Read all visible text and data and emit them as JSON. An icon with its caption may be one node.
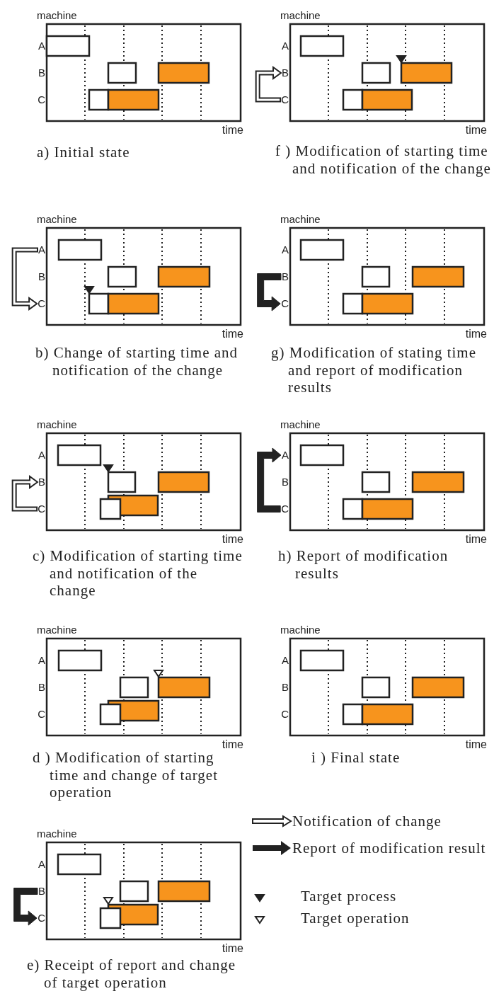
{
  "diagram": {
    "nodes": [
      {
        "text": [
          "A"
        ]
      },
      {
        "text": [
          "B"
        ]
      },
      {
        "text": [
          "C"
        ]
      },
      {
        "text": [
          "A"
        ]
      },
      {
        "text": [
          "B"
        ]
      },
      {
        "text": [
          "C"
        ]
      },
      {
        "text": [
          "A"
        ]
      },
      {
        "text": [
          "B"
        ]
      },
      {
        "text": [
          "C"
        ]
      },
      {
        "text": [
          "A"
        ]
      },
      {
        "text": [
          "B"
        ]
      },
      {
        "text": [
          "C"
        ]
      },
      {
        "text": [
          "A"
        ]
      },
      {
        "text": [
          "B"
        ]
      },
      {
        "text": [
          "C"
        ]
      },
      {
        "text": [
          "A"
        ]
      },
      {
        "text": [
          "B"
        ]
      },
      {
        "text": [
          "C"
        ]
      },
      {
        "text": [
          "A"
        ]
      },
      {
        "text": [
          "B"
        ]
      },
      {
        "text": [
          "C"
        ]
      },
      {
        "text": [
          "A"
        ]
      },
      {
        "text": [
          "B"
        ]
      },
      {
        "text": [
          "C"
        ]
      },
      {
        "text": [
          "A"
        ]
      },
      {
        "text": [
          "B"
        ]
      },
      {
        "text": [
          "C"
        ]
      }
    ],
    "edges": [
      {
        "from": 3,
        "to": 5,
        "arrow": "to"
      },
      {
        "from": 8,
        "to": 7,
        "arrow": "to"
      },
      {
        "from": 13,
        "to": 14,
        "arrow": "to",
        "style": "thick"
      },
      {
        "from": 17,
        "to": 16,
        "arrow": "to"
      },
      {
        "from": 19,
        "to": 20,
        "arrow": "to",
        "style": "thick"
      },
      {
        "from": 23,
        "to": 21,
        "arrow": "to",
        "style": "thick"
      }
    ],
    "labels": [
      "machine",
      "time",
      "a) Initial state",
      "machine",
      "time",
      "b) Change of starting time and notification of the change",
      "machine",
      "time",
      "c) Modification of starting time and notification of the change",
      "machine",
      "time",
      "d ) Modification of starting time and change of target operation",
      "machine",
      "time",
      "e) Receipt of report and change of target operation",
      "machine",
      "time",
      "f ) Modification of starting time and notification of the change",
      "machine",
      "time",
      "g) Modification of stating time and report of modification results",
      "machine",
      "time",
      "h) Report of modification results",
      "machine",
      "time",
      "i ) Final state"
    ],
    "legend": [
      {
        "text": "Notification of change"
      },
      {
        "text": "Report of modification result"
      },
      {
        "text": "Target process"
      },
      {
        "text": "Target operation"
      }
    ]
  }
}
